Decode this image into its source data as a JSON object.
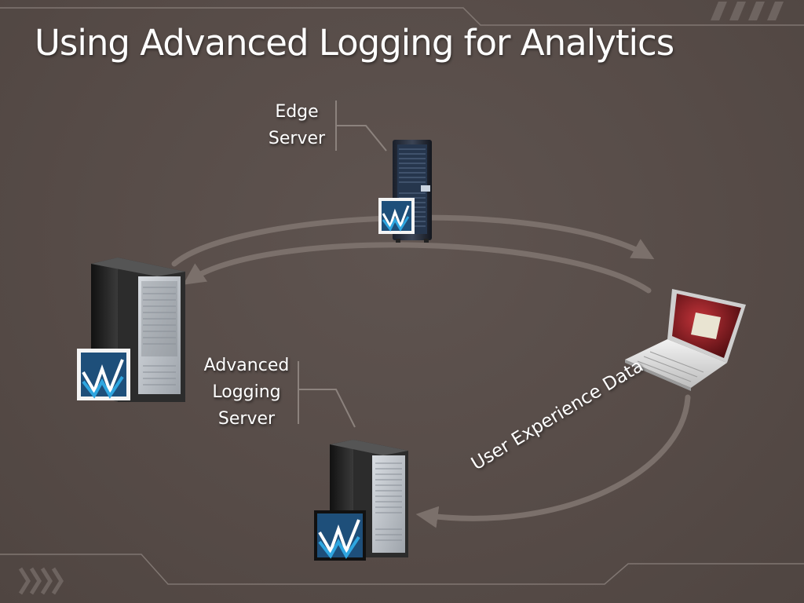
{
  "slide": {
    "title": "Using Advanced Logging for Analytics",
    "edge_server_label": [
      "Edge",
      "Server"
    ],
    "advanced_logging_label": [
      "Advanced",
      "Logging",
      "Server"
    ],
    "flow_label": "User Experience Data"
  },
  "colors": {
    "background": "#5a4f4b",
    "arrow": "#7b706b",
    "frame_line": "#8c827d",
    "text": "#ffffff",
    "logo_blue": "#2fa6e0"
  },
  "icons": [
    "edge-server-rack-icon",
    "origin-server-tower-icon",
    "advanced-logging-server-icon",
    "laptop-client-icon",
    "iis-media-logo-icon"
  ]
}
